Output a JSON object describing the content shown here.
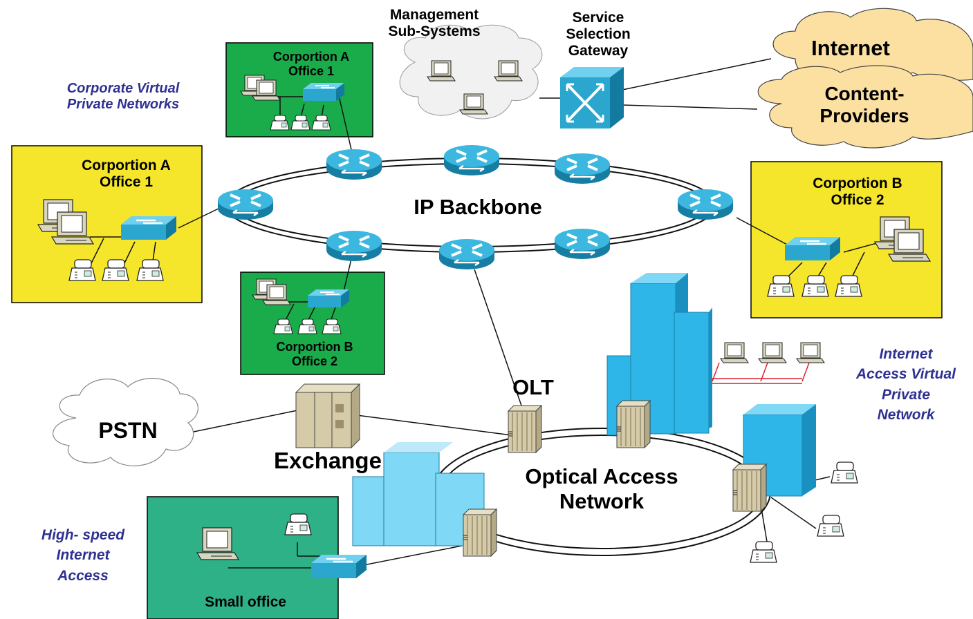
{
  "clouds": {
    "management": "Management\nSub-Systems",
    "internet": "Internet",
    "content_providers": "Content-\nProviders",
    "pstn": "PSTN"
  },
  "devices": {
    "ssg": "Service\nSelection\nGateway",
    "olt": "OLT",
    "exchange": "Exchange"
  },
  "networks": {
    "ip_backbone": "IP Backbone",
    "optical_access": "Optical Access\nNetwork"
  },
  "sites": {
    "corp_a_office_top": "Corportion A\nOffice 1",
    "corp_a_office_left": "Corportion A\nOffice 1",
    "corp_b_office_right": "Corportion B\nOffice 2",
    "corp_b_office_mid": "Corportion B\nOffice 2",
    "small_office": "Small office"
  },
  "annotations": {
    "corporate_vpn": "Corporate Virtual\nPrivate Networks",
    "internet_access_vpn": "Internet\nAccess Virtual\nPrivate\nNetwork",
    "high_speed": "High- speed\nInternet\nAccess"
  },
  "colors": {
    "corp_green": "#1aab4b",
    "corp_yellow": "#f5e62c",
    "small_office_teal": "#2fb187",
    "cloud_fill": "#fbe0a2",
    "router_blue": "#2aa6cf",
    "building_blue": "#2eb6e8",
    "annotation_blue": "#2e3192"
  }
}
